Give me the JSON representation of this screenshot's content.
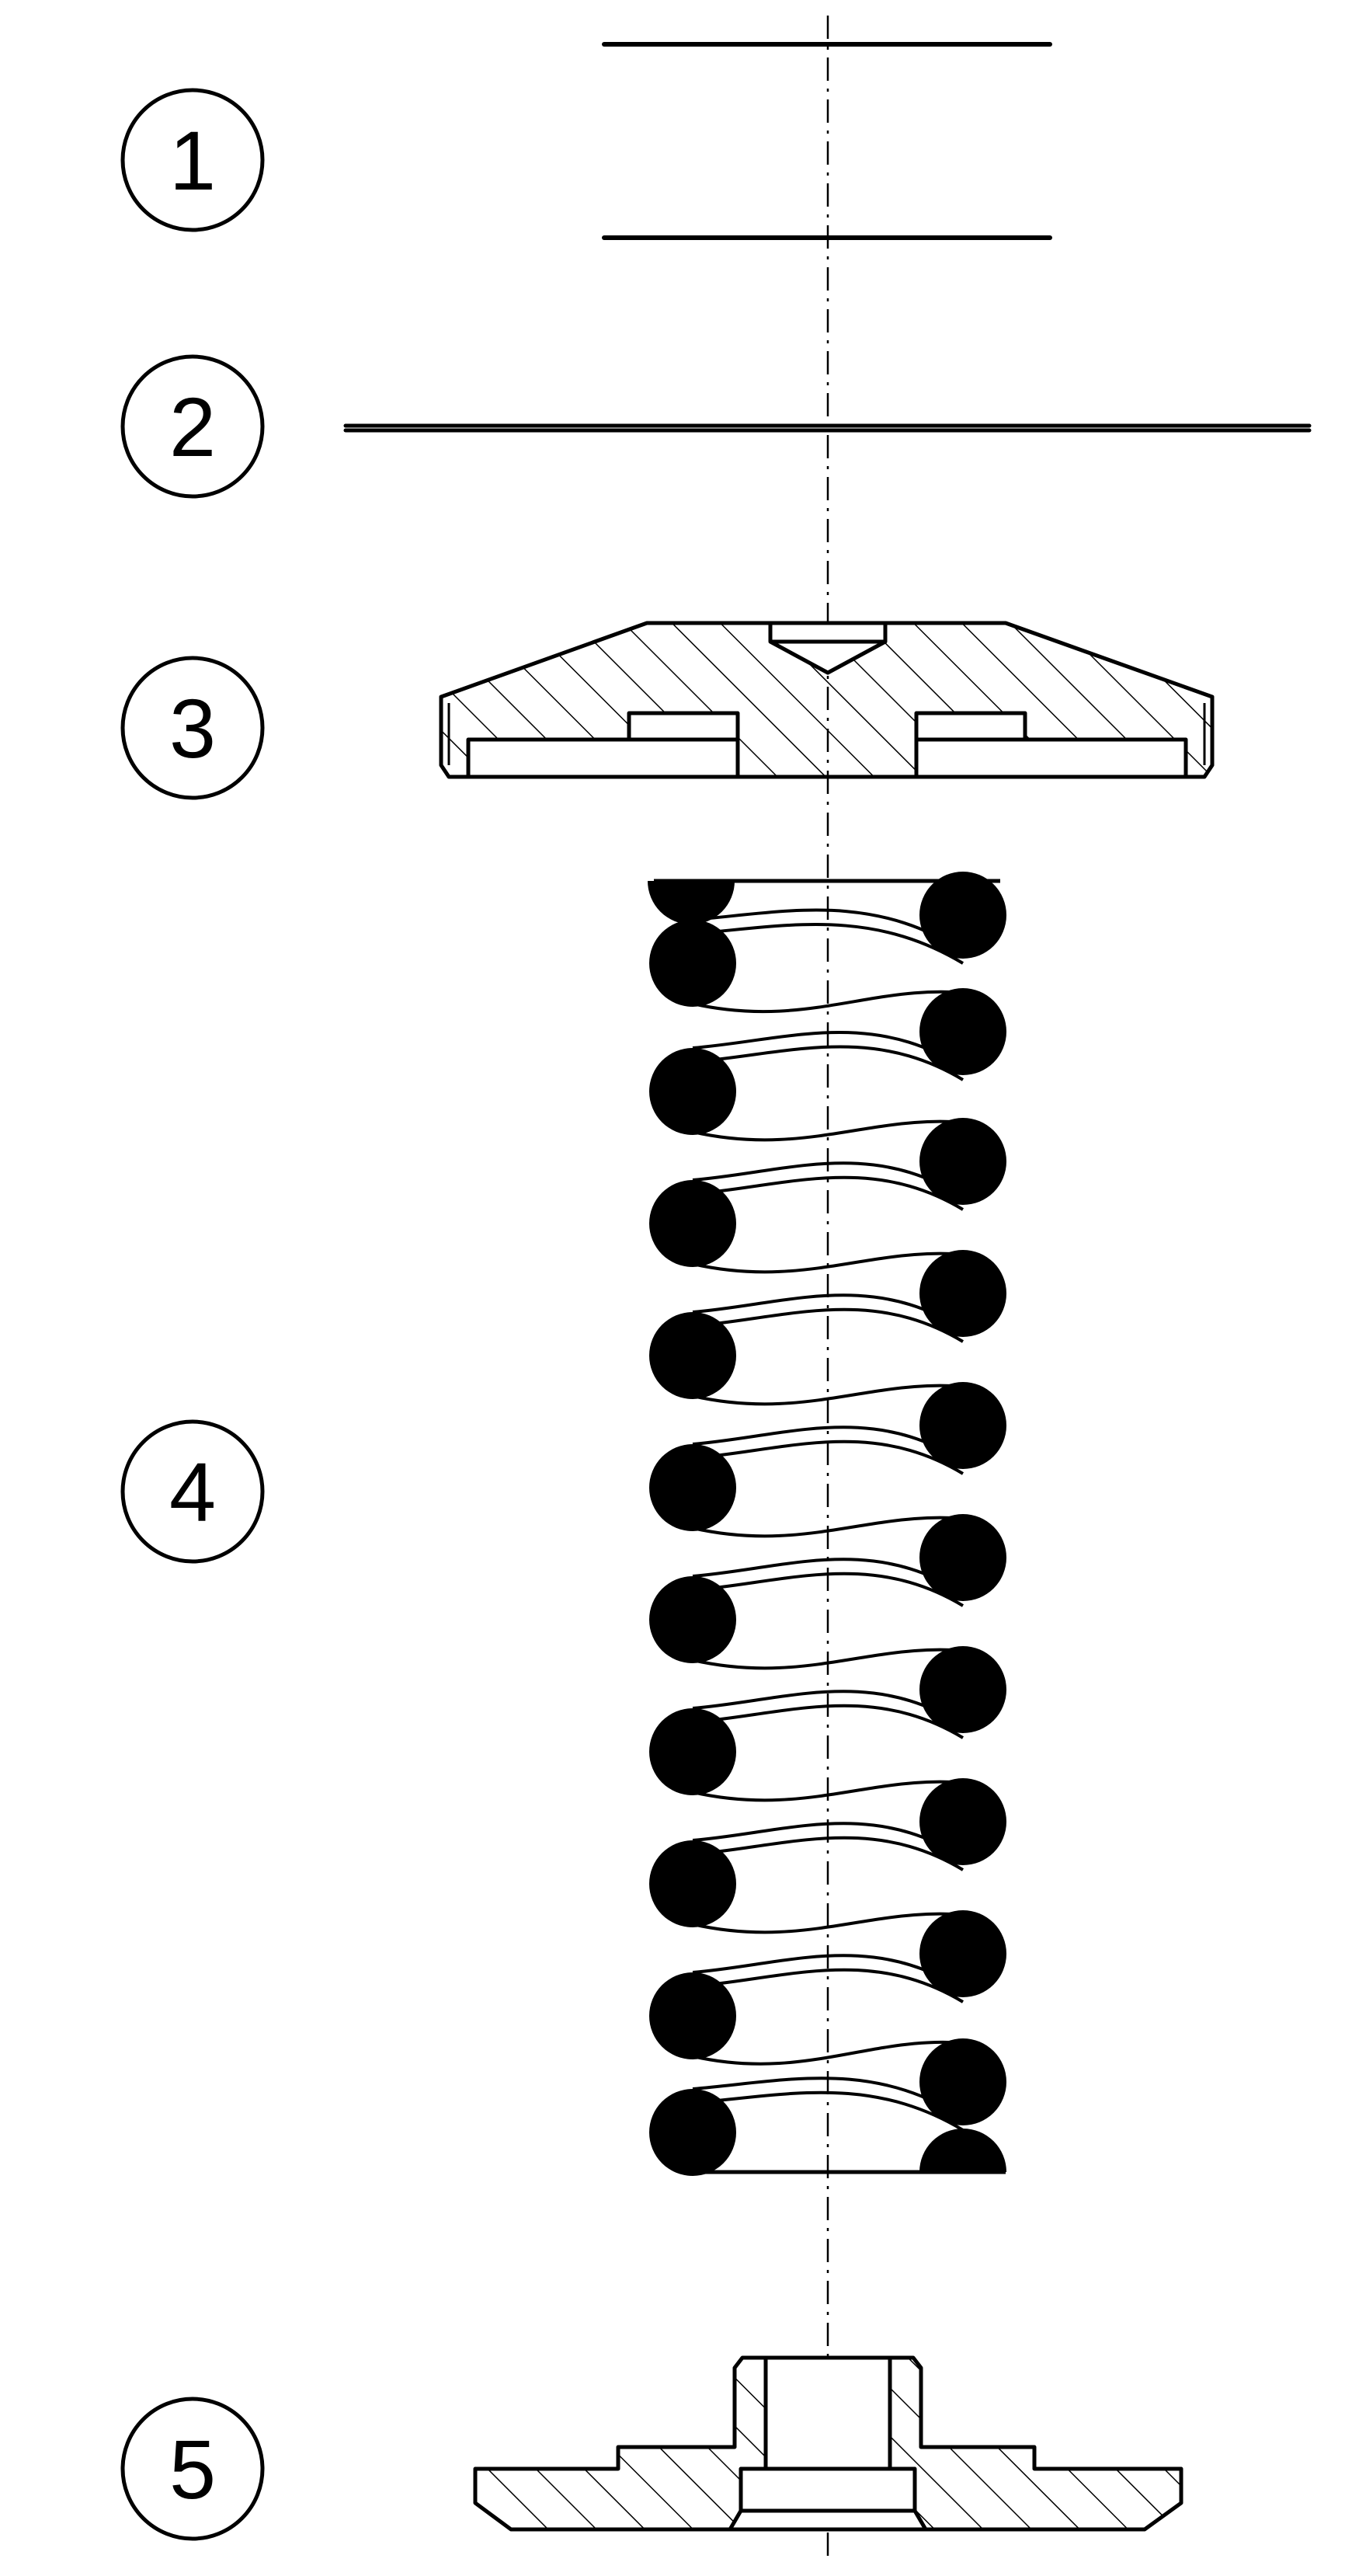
{
  "labels": {
    "part1": "1",
    "part2": "2",
    "part3": "3",
    "part4": "4",
    "part5": "5"
  },
  "colors": {
    "stroke": "#000000",
    "background": "#ffffff",
    "fill": "#000000"
  }
}
